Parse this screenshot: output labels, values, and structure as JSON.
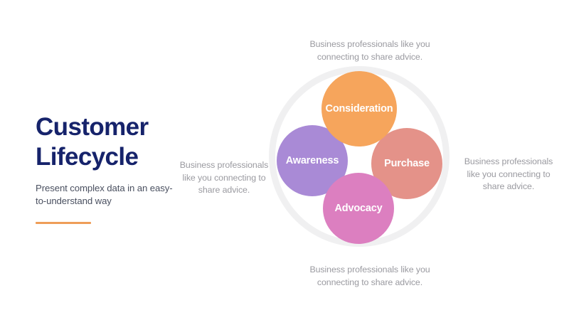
{
  "slide": {
    "title_line1": "Customer",
    "title_line2": "Lifecycle",
    "subtitle": "Present complex data in an easy-to-understand way",
    "accent_color": "#EE9D58",
    "title_color": "#16236B"
  },
  "diagram": {
    "type": "venn-cluster",
    "ring_color": "#F0F0F1",
    "bubbles": [
      {
        "id": "consideration",
        "label": "Consideration",
        "color": "#F6A55C",
        "position": "top"
      },
      {
        "id": "awareness",
        "label": "Awareness",
        "color": "#A98AD6",
        "position": "left"
      },
      {
        "id": "purchase",
        "label": "Purchase",
        "color": "#E49289",
        "position": "right"
      },
      {
        "id": "advocacy",
        "label": "Advocacy",
        "color": "#DC7FC0",
        "position": "bottom"
      }
    ]
  },
  "captions": {
    "top": "Business professionals like you connecting to share advice.",
    "right": "Business professionals like you connecting to share advice.",
    "bottom": "Business professionals like you connecting to share advice.",
    "left": "Business professionals like you connecting to share advice."
  }
}
